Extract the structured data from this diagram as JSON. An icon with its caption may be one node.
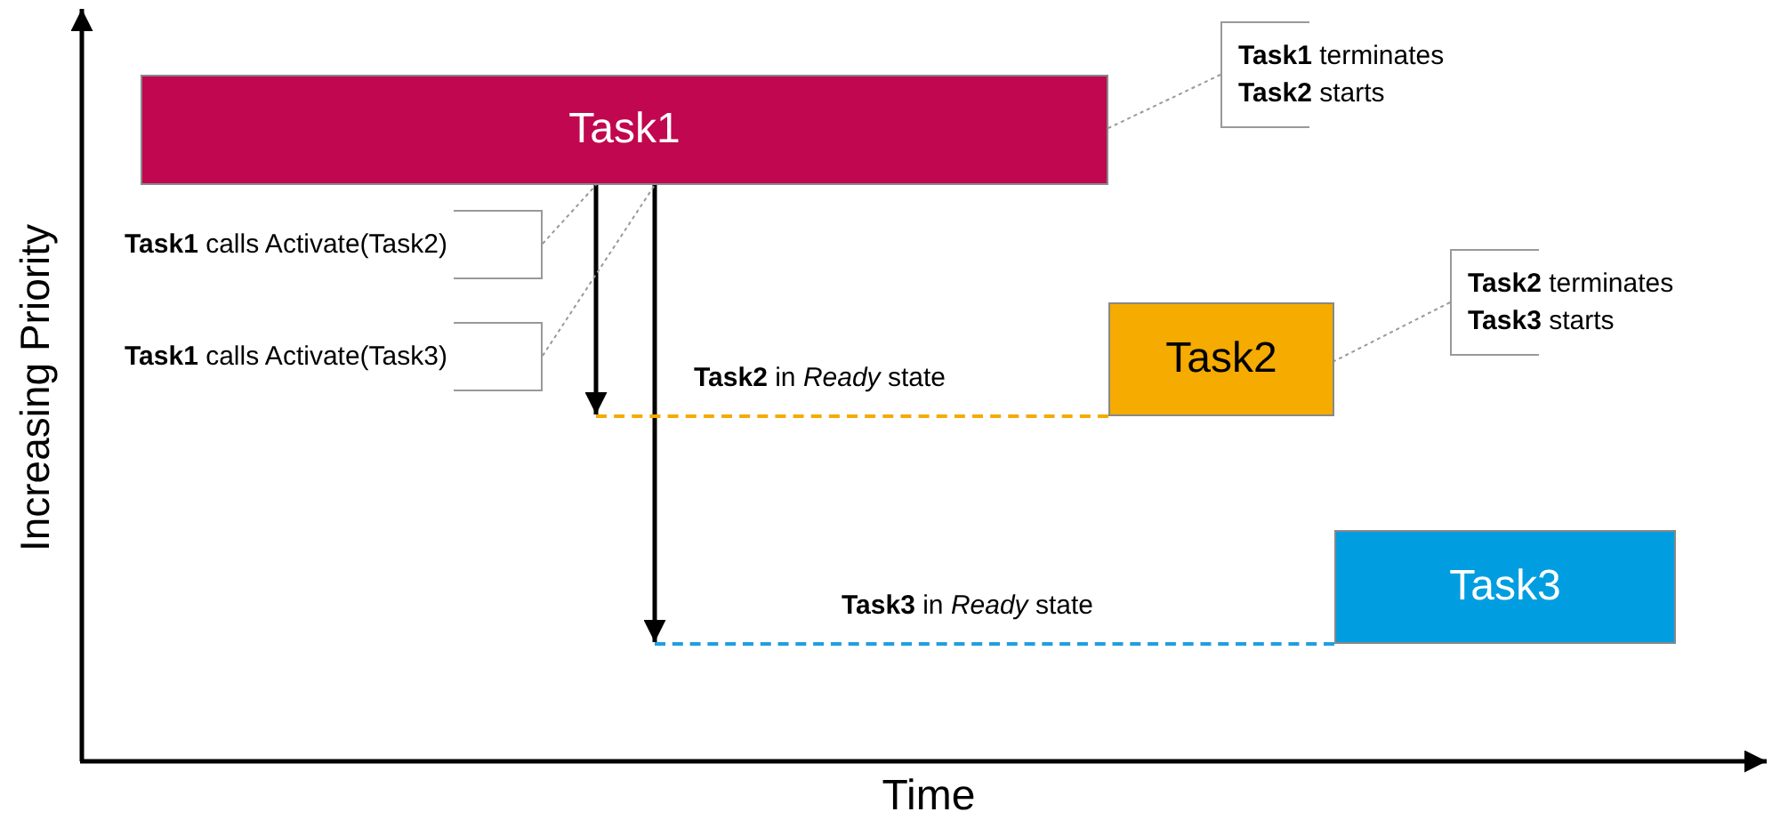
{
  "diagram": {
    "nodes": [
      {
        "text": [
          "Task1"
        ]
      },
      {
        "text": [
          "Task2"
        ]
      },
      {
        "text": [
          "Task3"
        ]
      },
      {
        "text": [
          "**Task1** calls Activate(Task2)"
        ]
      },
      {
        "text": [
          "**Task1** calls Activate(Task3)"
        ]
      },
      {
        "text": [
          "**Task1** terminates",
          "**Task2** starts"
        ]
      },
      {
        "text": [
          "**Task2** terminates",
          "**Task3** starts"
        ]
      },
      {
        "text": [],
        "shape": "line",
        "beside": [
          "**Task2** in *Ready* state"
        ]
      },
      {
        "text": [],
        "shape": "line",
        "beside": [
          "**Task3** in *Ready* state"
        ]
      }
    ],
    "edges": [
      {
        "from": 0,
        "to": 7,
        "arrow": "to",
        "color": "#000000",
        "style": "thick"
      },
      {
        "from": 0,
        "to": 8,
        "arrow": "to",
        "color": "#000000",
        "style": "thick"
      },
      {
        "from": 3,
        "to": 0,
        "arrow": "none",
        "style": "dashed"
      },
      {
        "from": 4,
        "to": 0,
        "arrow": "none",
        "style": "dashed"
      },
      {
        "from": 5,
        "to": 0,
        "arrow": "none",
        "style": "dashed"
      },
      {
        "from": 6,
        "to": 1,
        "arrow": "none",
        "style": "dashed"
      }
    ],
    "labels": [
      "Increasing Priority",
      "Time"
    ]
  }
}
